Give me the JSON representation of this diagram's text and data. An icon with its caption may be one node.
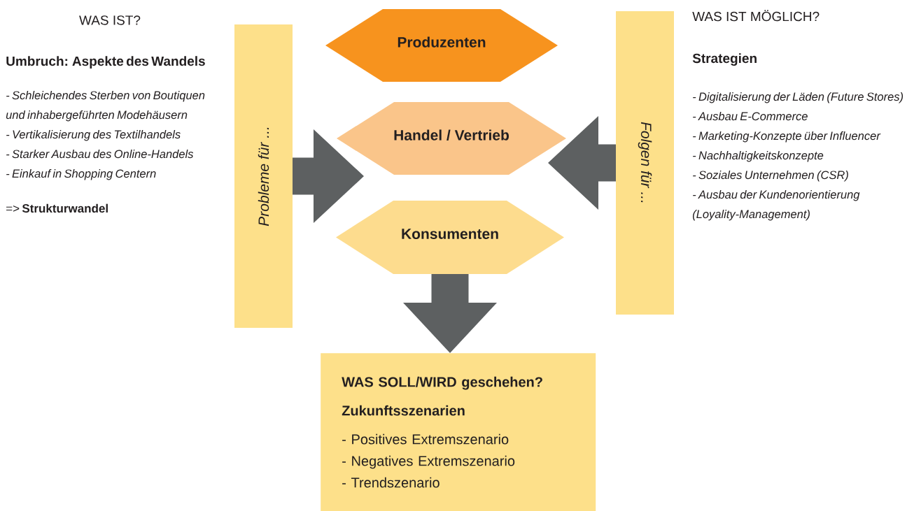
{
  "diagram": {
    "nodes": [
      {
        "text": [
          "Probleme für ..."
        ]
      },
      {
        "text": [
          "Produzenten"
        ]
      },
      {
        "text": [
          "Handel / Vertrieb"
        ]
      },
      {
        "text": [
          "Konsumenten"
        ]
      },
      {
        "text": [
          "Folgen für ..."
        ]
      },
      {
        "text": [
          "WAS SOLL/WIRD geschehen?",
          "Zukunftsszenarien",
          "- Positives Extremszenario",
          "- Negatives Extremszenario",
          "- Trendszenario"
        ]
      }
    ],
    "edges": [
      {
        "from": 0,
        "to": null,
        "arrow": "to"
      },
      {
        "from": 4,
        "to": null,
        "arrow": "to"
      },
      {
        "from": 3,
        "to": 5,
        "arrow": "to"
      }
    ],
    "labels": [
      "WAS IST?",
      "Umbruch: Aspekte des Wandels",
      "- Schleichendes Sterben von Boutiquen und inhabergeführten Modehäusern",
      "- Vertikalisierung des Textilhandels",
      "- Starker Ausbau des Online-Handels",
      "- Einkauf in Shopping Centern",
      "=> **Strukturwandel**",
      "WAS IST MÖGLICH?",
      "Strategien",
      "- Digitalisierung der Läden (Future Stores)",
      "- Ausbau E-Commerce",
      "- Marketing-Konzepte über Influencer",
      "- Nachhaltigkeitskonzepte",
      "- Soziales Unternehmen (CSR)",
      "- Ausbau der Kundenorientierung (Loyality-Management)"
    ]
  }
}
